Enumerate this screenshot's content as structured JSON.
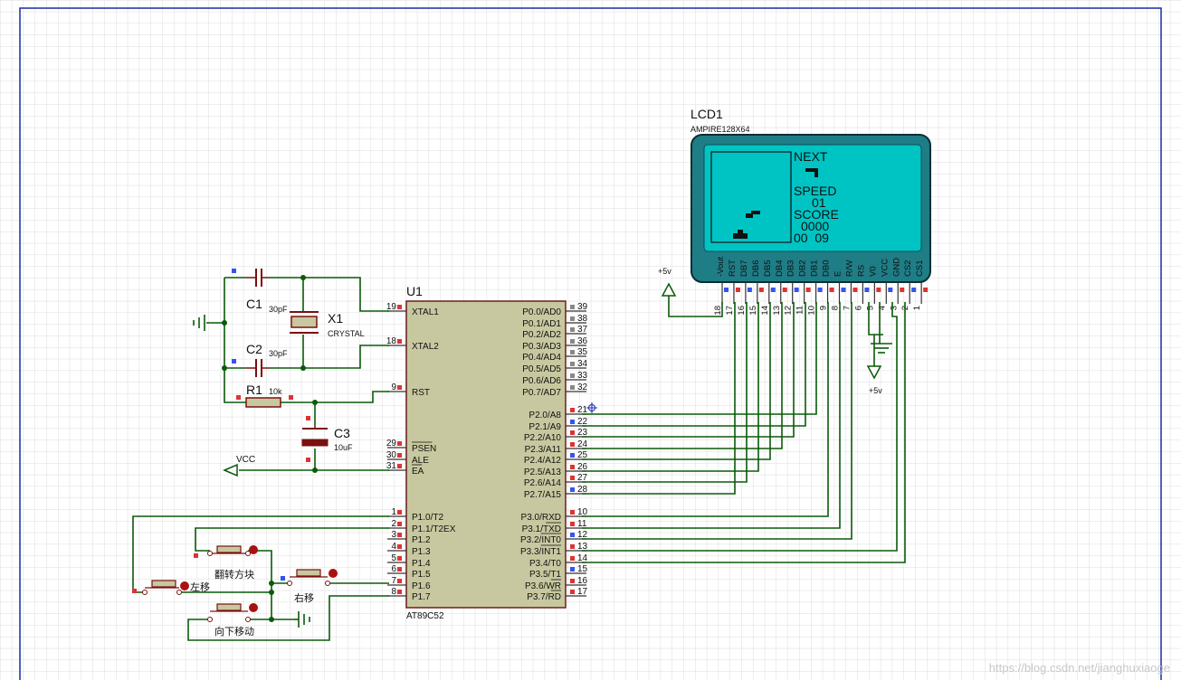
{
  "u1": {
    "ref": "U1",
    "part": "AT89C52",
    "left_pins": [
      {
        "num": "19",
        "label": "XTAL1"
      },
      {
        "num": "18",
        "label": "XTAL2"
      },
      {
        "num": "9",
        "label": "RST"
      },
      {
        "num": "29",
        "label": "PSEN"
      },
      {
        "num": "30",
        "label": "ALE"
      },
      {
        "num": "31",
        "label": "EA"
      },
      {
        "num": "1",
        "label": "P1.0/T2"
      },
      {
        "num": "2",
        "label": "P1.1/T2EX"
      },
      {
        "num": "3",
        "label": "P1.2"
      },
      {
        "num": "4",
        "label": "P1.3"
      },
      {
        "num": "5",
        "label": "P1.4"
      },
      {
        "num": "6",
        "label": "P1.5"
      },
      {
        "num": "7",
        "label": "P1.6"
      },
      {
        "num": "8",
        "label": "P1.7"
      }
    ],
    "right_pins": [
      {
        "num": "39",
        "label": "P0.0/AD0"
      },
      {
        "num": "38",
        "label": "P0.1/AD1"
      },
      {
        "num": "37",
        "label": "P0.2/AD2"
      },
      {
        "num": "36",
        "label": "P0.3/AD3"
      },
      {
        "num": "35",
        "label": "P0.4/AD4"
      },
      {
        "num": "34",
        "label": "P0.5/AD5"
      },
      {
        "num": "33",
        "label": "P0.6/AD6"
      },
      {
        "num": "32",
        "label": "P0.7/AD7"
      },
      {
        "num": "21",
        "label": "P2.0/A8"
      },
      {
        "num": "22",
        "label": "P2.1/A9"
      },
      {
        "num": "23",
        "label": "P2.2/A10"
      },
      {
        "num": "24",
        "label": "P2.3/A11"
      },
      {
        "num": "25",
        "label": "P2.4/A12"
      },
      {
        "num": "26",
        "label": "P2.5/A13"
      },
      {
        "num": "27",
        "label": "P2.6/A14"
      },
      {
        "num": "28",
        "label": "P2.7/A15"
      },
      {
        "num": "10",
        "label": "P3.0/RXD"
      },
      {
        "num": "11",
        "label": "P3.1/TXD"
      },
      {
        "num": "12",
        "label": "P3.2/INT0"
      },
      {
        "num": "13",
        "label": "P3.3/INT1"
      },
      {
        "num": "14",
        "label": "P3.4/T0"
      },
      {
        "num": "15",
        "label": "P3.5/T1"
      },
      {
        "num": "16",
        "label": "P3.6/WR"
      },
      {
        "num": "17",
        "label": "P3.7/RD"
      }
    ]
  },
  "lcd": {
    "ref": "LCD1",
    "part": "AMPIRE128X64",
    "pins": [
      {
        "name": "-Vout",
        "num": "18"
      },
      {
        "name": "RST",
        "num": "17"
      },
      {
        "name": "DB7",
        "num": "16"
      },
      {
        "name": "DB6",
        "num": "15"
      },
      {
        "name": "DB5",
        "num": "14"
      },
      {
        "name": "DB4",
        "num": "13"
      },
      {
        "name": "DB3",
        "num": "12"
      },
      {
        "name": "DB2",
        "num": "11"
      },
      {
        "name": "DB1",
        "num": "10"
      },
      {
        "name": "DB0",
        "num": "9"
      },
      {
        "name": "E",
        "num": "8"
      },
      {
        "name": "R/W",
        "num": "7"
      },
      {
        "name": "RS",
        "num": "6"
      },
      {
        "name": "V0",
        "num": "5"
      },
      {
        "name": "VCC",
        "num": "4"
      },
      {
        "name": "GND",
        "num": "3"
      },
      {
        "name": "CS2",
        "num": "2"
      },
      {
        "name": "CS1",
        "num": "1"
      }
    ],
    "screen_lines": [
      "NEXT",
      "SPEED",
      "01",
      "SCORE",
      "0000",
      "00  09"
    ]
  },
  "components": {
    "c1": {
      "ref": "C1",
      "value": "30pF"
    },
    "c2": {
      "ref": "C2",
      "value": "30pF"
    },
    "x1": {
      "ref": "X1",
      "value": "CRYSTAL"
    },
    "r1": {
      "ref": "R1",
      "value": "10k"
    },
    "c3": {
      "ref": "C3",
      "value": "10uF"
    }
  },
  "power": {
    "vcc": "VCC",
    "plus5_top": "+5v",
    "plus5_right": "+5v"
  },
  "buttons": [
    {
      "id": "rotate",
      "label": "翻转方块"
    },
    {
      "id": "left",
      "label": "左移"
    },
    {
      "id": "right",
      "label": "右移"
    },
    {
      "id": "down",
      "label": "向下移动"
    }
  ],
  "watermark": "https://blog.csdn.net/jianghuxiaoge"
}
